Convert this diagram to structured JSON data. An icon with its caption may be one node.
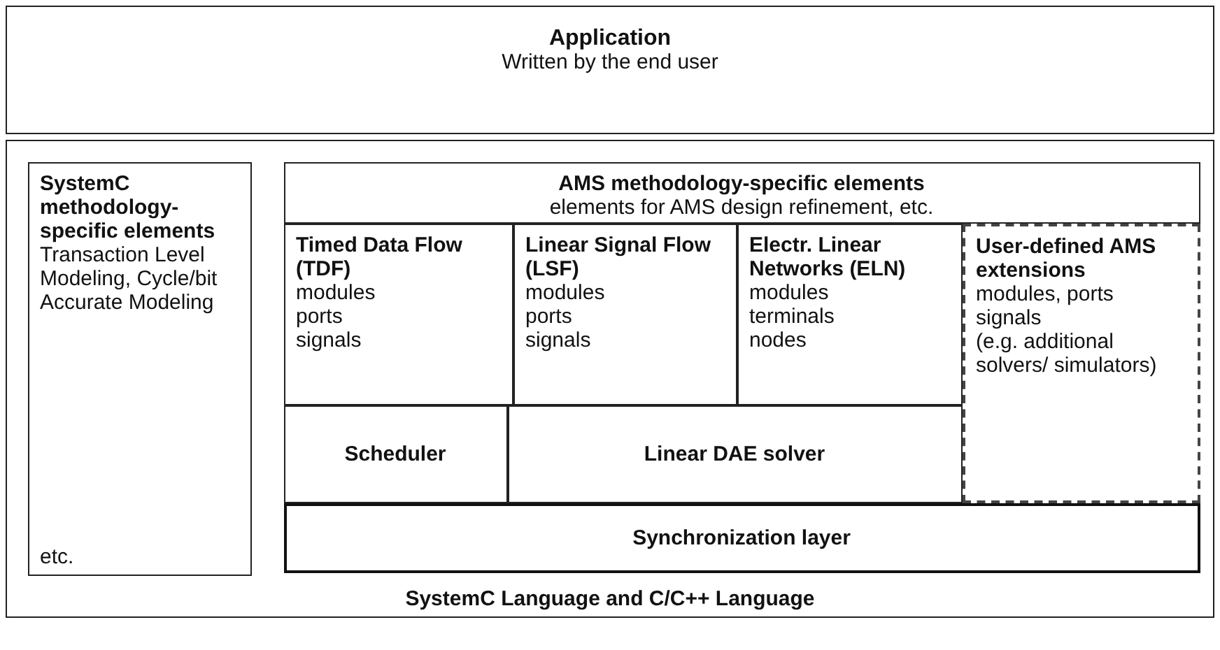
{
  "diagram": {
    "nodes": [
      {
        "text": [
          "Application",
          "Written by the end user"
        ]
      },
      {
        "text": [
          "SystemC Language and C/C++ Language"
        ]
      },
      {
        "text": [
          "SystemC methodology-specific elements",
          "Transaction Level Modeling, Cycle/bit Accurate Modeling",
          "etc."
        ],
        "in": 1
      },
      {
        "text": [
          "AMS methodology-specific elements",
          "elements for AMS design refinement, etc."
        ],
        "in": 1
      },
      {
        "text": [
          "Timed Data Flow (TDF)",
          "modules",
          "ports",
          "signals"
        ],
        "in": 1
      },
      {
        "text": [
          "Linear Signal Flow (LSF)",
          "modules",
          "ports",
          "signals"
        ],
        "in": 1
      },
      {
        "text": [
          "Electr. Linear Networks (ELN)",
          "modules",
          "terminals",
          "nodes"
        ],
        "in": 1
      },
      {
        "text": [
          "User-defined AMS extensions",
          "modules, ports",
          "signals",
          "(e.g. additional solvers/ simulators)"
        ],
        "in": 1
      },
      {
        "text": [
          "Scheduler"
        ],
        "in": 1
      },
      {
        "text": [
          "Linear DAE solver"
        ],
        "in": 1
      },
      {
        "text": [
          "Synchronization layer"
        ],
        "in": 1
      }
    ],
    "edges": []
  }
}
